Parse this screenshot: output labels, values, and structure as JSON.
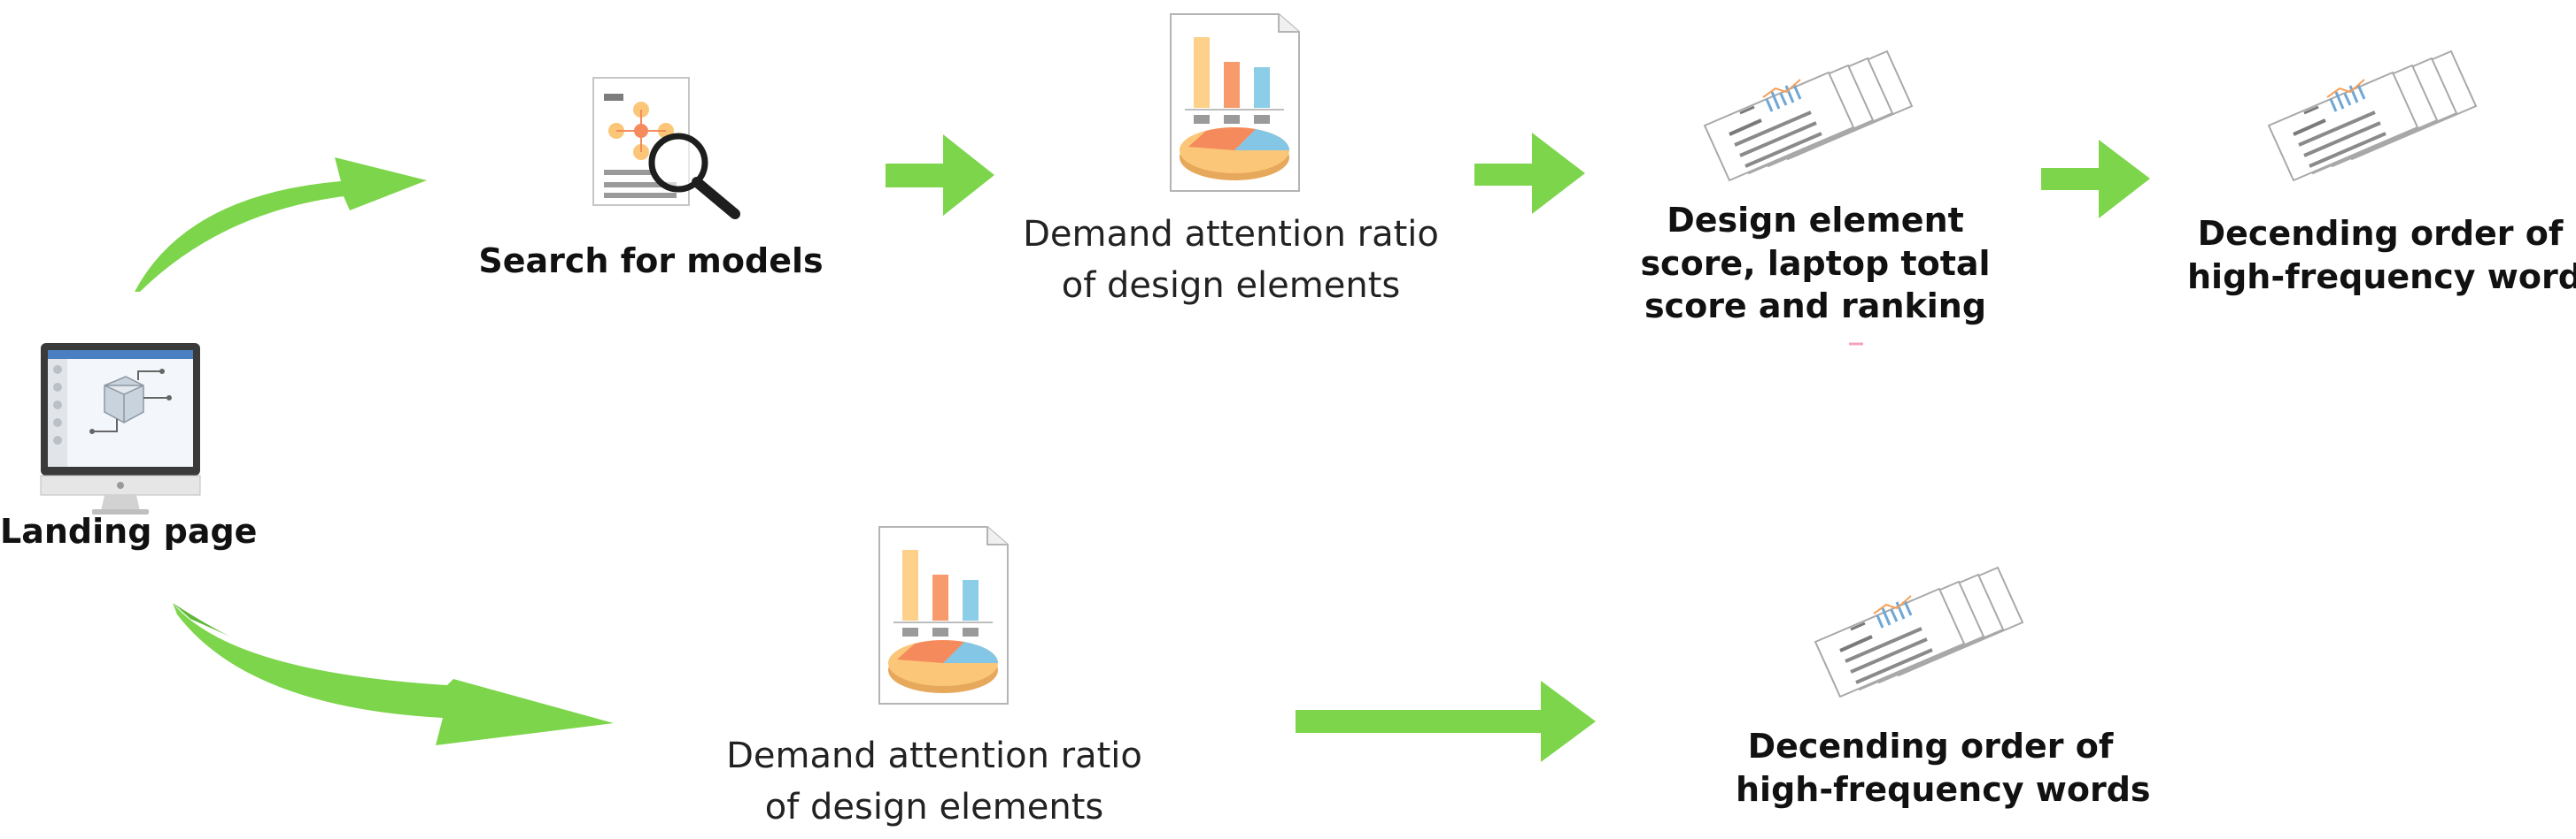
{
  "diagram": {
    "landing": {
      "lines": [
        "Landing page"
      ],
      "icon": "computer-monitor-icon"
    },
    "top_flow": [
      {
        "lines": [
          "Search for models"
        ],
        "icon": "document-magnifier-icon"
      },
      {
        "lines": [
          "Demand attention ratio",
          "of design elements"
        ],
        "icon": "bar-pie-chart-document-icon"
      },
      {
        "lines": [
          "Design element",
          "score, laptop total",
          "score and ranking"
        ],
        "icon": "stacked-report-pages-icon"
      },
      {
        "lines": [
          "Decending order of",
          "high-frequency words"
        ],
        "icon": "stacked-report-pages-icon"
      }
    ],
    "bottom_flow": [
      {
        "lines": [
          "Demand attention ratio",
          "of design elements"
        ],
        "icon": "bar-pie-chart-document-icon"
      },
      {
        "lines": [
          "Decending order of",
          "high-frequency words"
        ],
        "icon": "stacked-report-pages-icon"
      }
    ],
    "colors": {
      "arrow": "#7dd54c",
      "bar_yellow": "#fdd18a",
      "bar_orange": "#f79a6c",
      "bar_blue": "#8ccde8",
      "pie_yellow": "#fbc678",
      "pie_orange": "#f58a5c",
      "pie_blue": "#84c6e6",
      "line_gray": "#8a8a8a",
      "chart_blue": "#6fa7d6"
    }
  }
}
